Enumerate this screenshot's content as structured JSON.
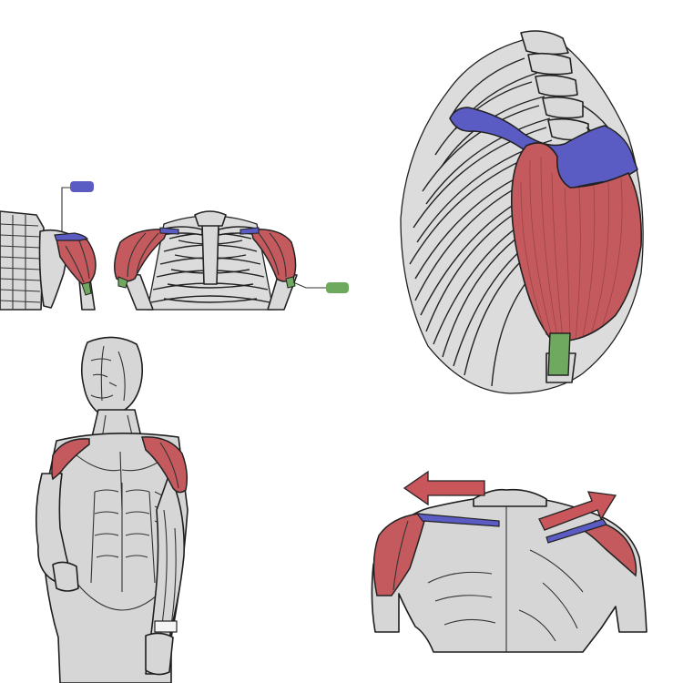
{
  "colors": {
    "deltoid": "#c45a5e",
    "deltoid_dark": "#a94247",
    "origin": "#5b5bc4",
    "insertion": "#6fa85f",
    "arrow": "#c8565a",
    "bone": "#d9d9d9",
    "skin": "#d6d6d6",
    "outline": "#1e1e1e"
  },
  "legend": {
    "origin_marker": "origin-marker-blue",
    "insertion_marker": "insertion-marker-green"
  },
  "panels": [
    "skeleton-side-back-view",
    "skeleton-front-view",
    "ribcage-three-quarter-view",
    "torso-figure-view",
    "shoulders-back-view-with-motion-arrows"
  ]
}
